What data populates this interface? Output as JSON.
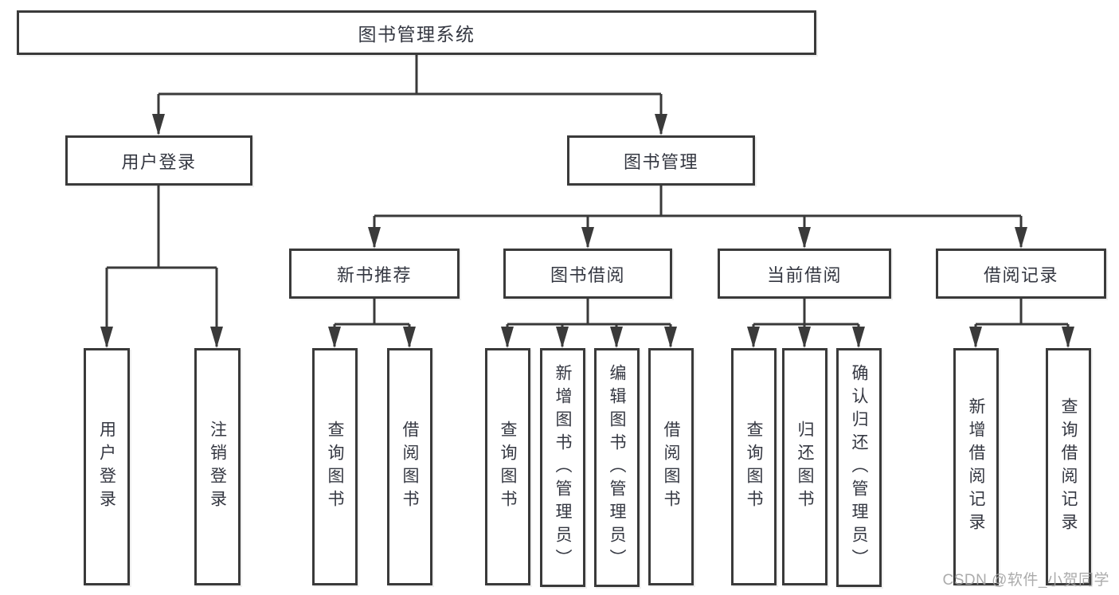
{
  "diagram": {
    "title": "图书管理系统",
    "level2": [
      {
        "label": "用户登录"
      },
      {
        "label": "图书管理"
      }
    ],
    "level3": [
      {
        "parent": "图书管理",
        "label": "新书推荐"
      },
      {
        "parent": "图书管理",
        "label": "图书借阅"
      },
      {
        "parent": "图书管理",
        "label": "当前借阅"
      },
      {
        "parent": "图书管理",
        "label": "借阅记录"
      }
    ],
    "leaves": [
      {
        "parent": "用户登录",
        "label": "用户登录"
      },
      {
        "parent": "用户登录",
        "label": "注销登录"
      },
      {
        "parent": "新书推荐",
        "label": "查询图书"
      },
      {
        "parent": "新书推荐",
        "label": "借阅图书"
      },
      {
        "parent": "图书借阅",
        "label": "查询图书"
      },
      {
        "parent": "图书借阅",
        "label": "新增图书（管理员）"
      },
      {
        "parent": "图书借阅",
        "label": "编辑图书（管理员）"
      },
      {
        "parent": "图书借阅",
        "label": "借阅图书"
      },
      {
        "parent": "当前借阅",
        "label": "查询图书"
      },
      {
        "parent": "当前借阅",
        "label": "归还图书"
      },
      {
        "parent": "当前借阅",
        "label": "确认归还（管理员）"
      },
      {
        "parent": "借阅记录",
        "label": "新增借阅记录"
      },
      {
        "parent": "借阅记录",
        "label": "查询借阅记录"
      }
    ]
  },
  "watermark": "CSDN @软件_小贺同学",
  "colors": {
    "line": "#3a3a3a",
    "text": "#343741",
    "watermark": "#a3a3a3",
    "background": "#ffffff"
  }
}
